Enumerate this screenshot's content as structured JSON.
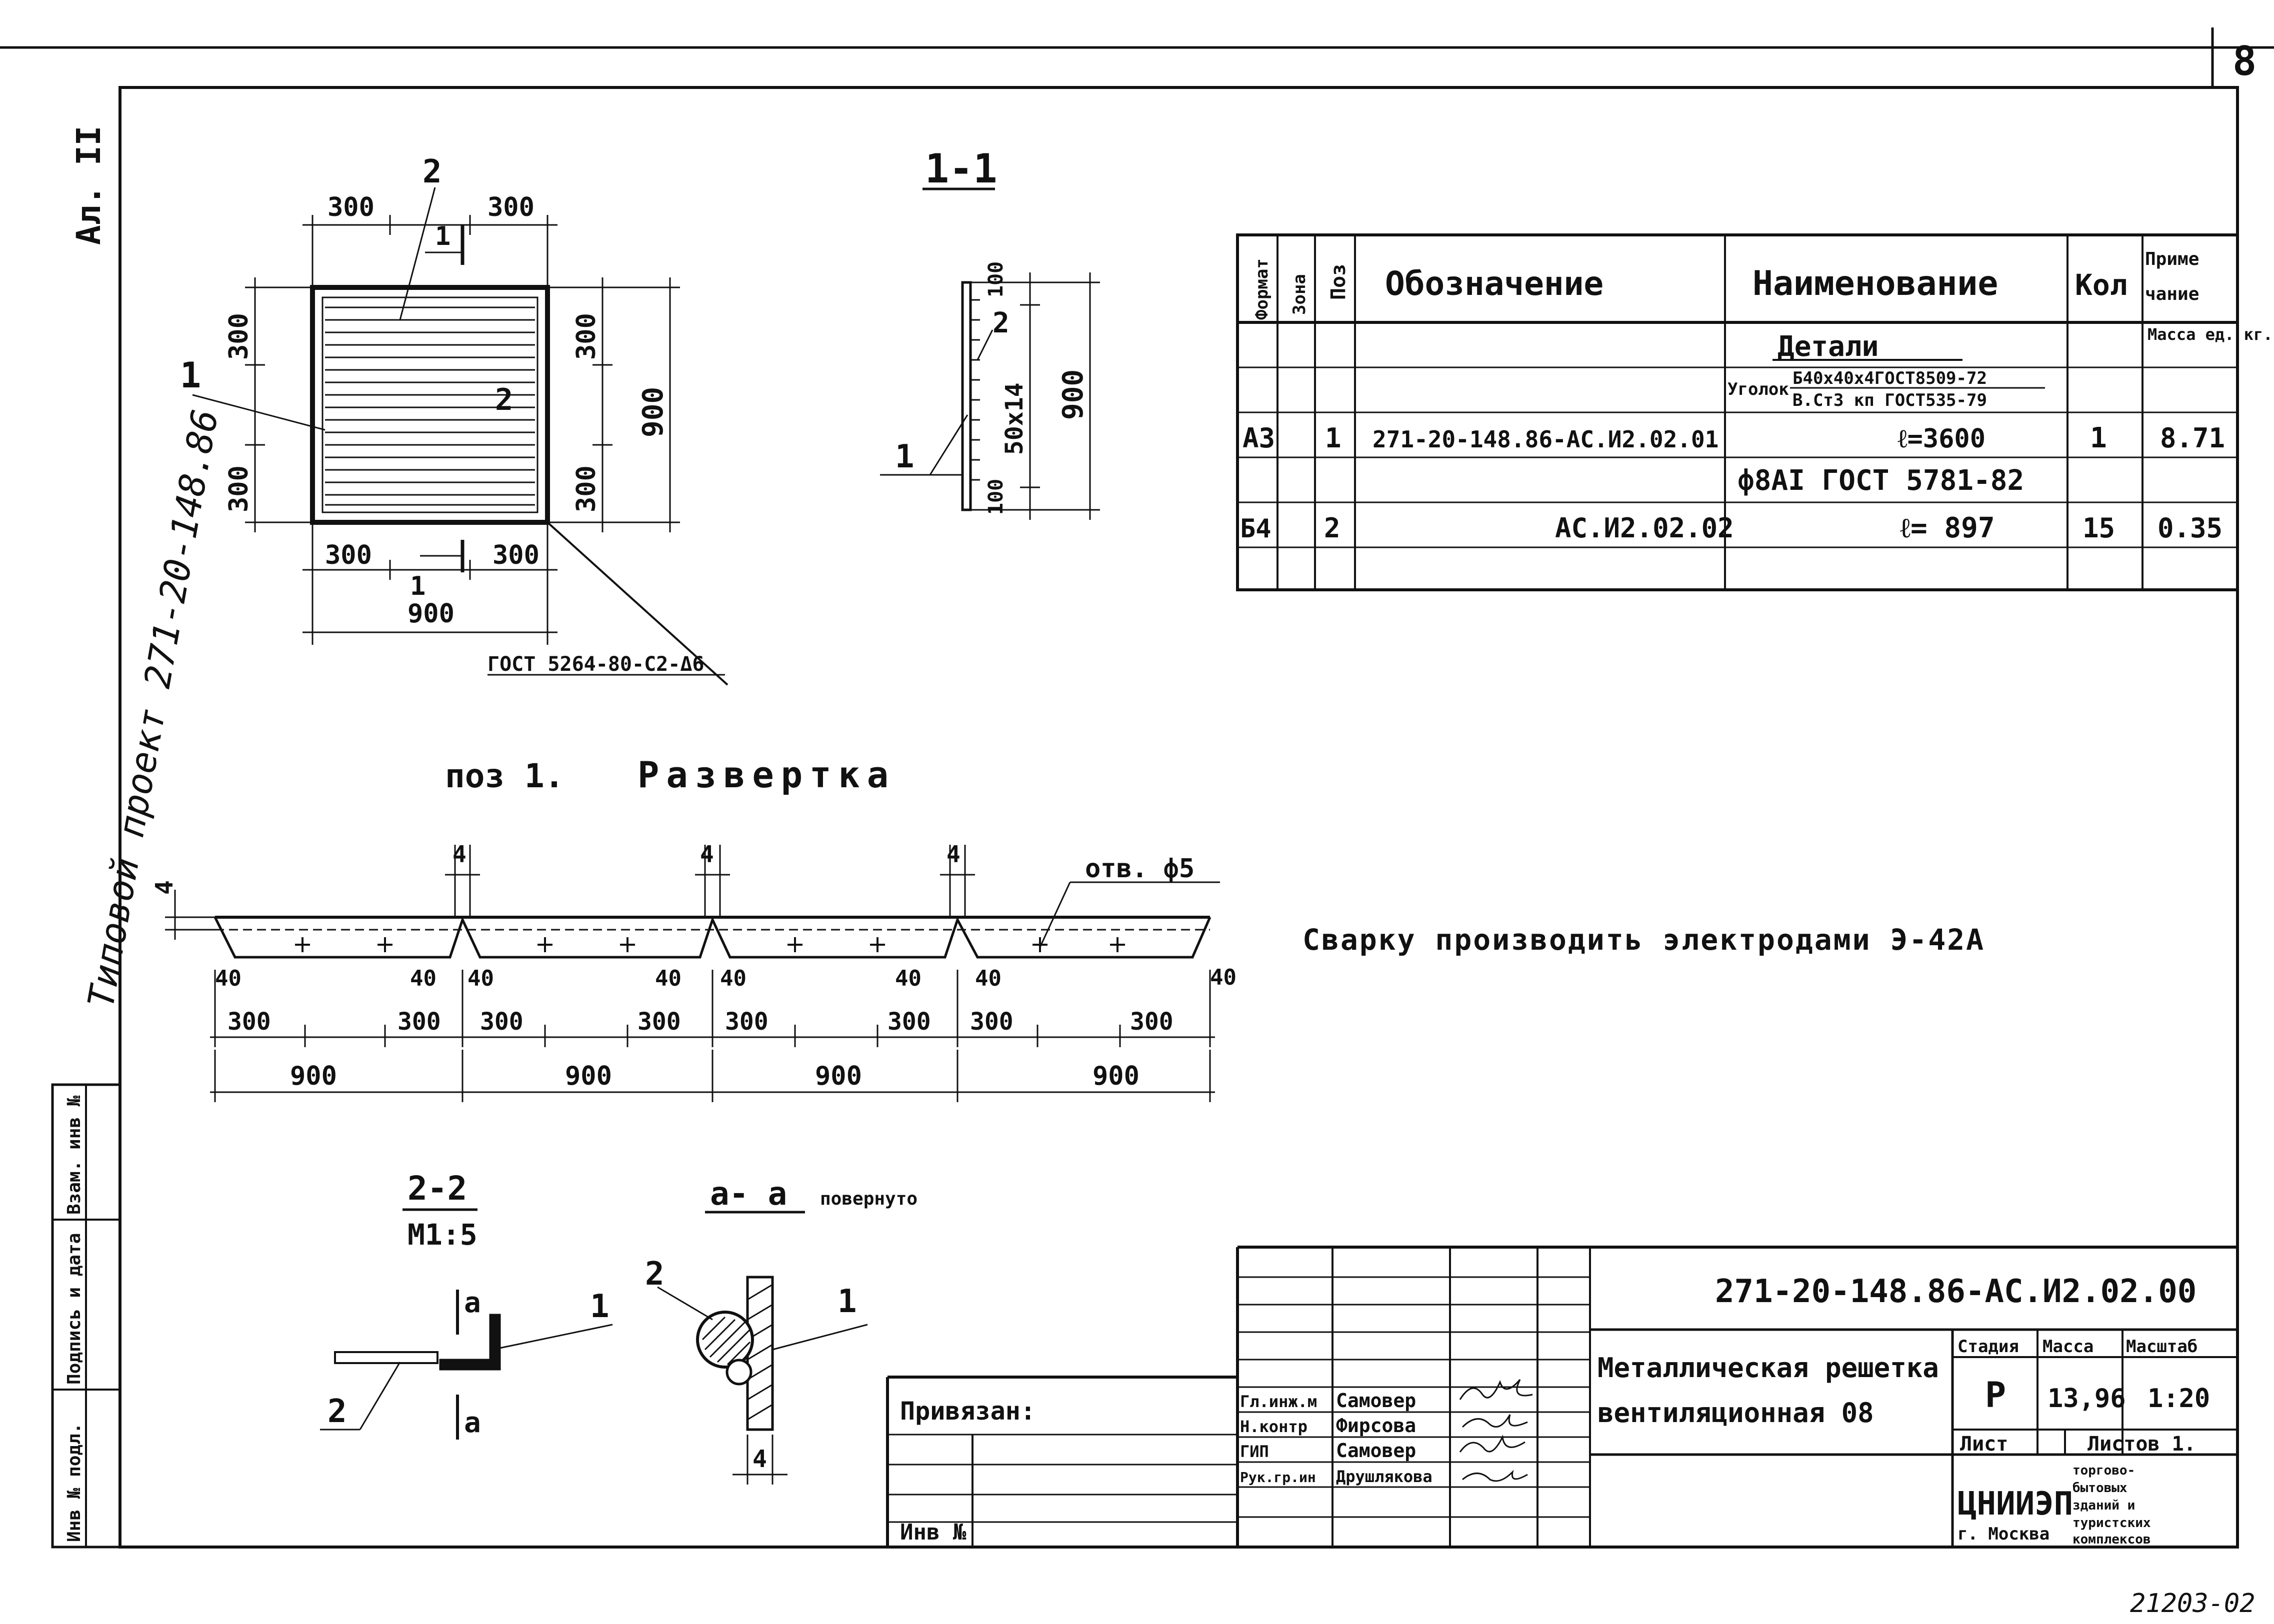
{
  "sheet_number": "8",
  "corner_label": "Ал. II",
  "side_title": "Типовой проект 271-20-148.86",
  "stamp_columns": {
    "inv_podl": "Инв № подл.",
    "podpis_data": "Подпись и дата",
    "vzam_inv": "Взам. инв №"
  },
  "plan_view": {
    "dims": {
      "d300": "300",
      "d900": "900"
    },
    "pos1": "1",
    "pos2": "2",
    "section_mark": "1",
    "weld_note": "ГОСТ 5264-80-С2-Δ6"
  },
  "section_1_1": {
    "title": "1-1",
    "dim_100": "100",
    "dim_50x14": "50x14",
    "dim_900": "900",
    "pos1": "1",
    "pos2": "2"
  },
  "spec_table": {
    "headers": {
      "format": "Формат",
      "zona": "Зона",
      "poz": "Поз",
      "oboznachenie": "Обозначение",
      "naimenovanie": "Наименование",
      "kol": "Кол",
      "primechanie": "Приме чание"
    },
    "section_header": "Детали",
    "massa_header": "Масса ед. кг.",
    "ugolok_label": "Уголок",
    "ugolok_top": "Б40х40х4ГОСТ8509-72",
    "ugolok_bottom": "В.Ст3 кп ГОСТ535-79",
    "rows": [
      {
        "format": "А3",
        "poz": "1",
        "oboznachenie": "271-20-148.86-АС.И2.02.01",
        "naimenovanie": "ℓ=3600",
        "kol": "1",
        "massa": "8.71"
      },
      {
        "format": "",
        "poz": "",
        "oboznachenie": "",
        "naimenovanie": "ф8АI ГОСТ 5781-82",
        "kol": "",
        "massa": ""
      },
      {
        "format": "Б4",
        "poz": "2",
        "oboznachenie": "АС.И2.02.02",
        "naimenovanie": "ℓ= 897",
        "kol": "15",
        "massa": "0.35"
      }
    ]
  },
  "razvertka": {
    "title_poz": "поз 1.",
    "title": "Развертка",
    "hole_label": "отв. ф5",
    "dim_4": "4",
    "dim_40": "40",
    "dim_300": "300",
    "dim_900": "900"
  },
  "welding_note": "Сварку производить электродами Э-42А",
  "section_2_2": {
    "title": "2-2",
    "scale": "М1:5",
    "mark": "а",
    "pos1": "1",
    "pos2": "2"
  },
  "section_a_a": {
    "title": "а- а",
    "subtitle": "повернуто",
    "pos1": "1",
    "pos2": "2",
    "dim_4": "4"
  },
  "title_block": {
    "project_code": "271-20-148.86-АС.И2.02.00",
    "privyazan": "Привязан:",
    "inv_no": "Инв №",
    "roles": [
      {
        "role": "Гл.инж.м",
        "name": "Самовер"
      },
      {
        "role": "Н.контр",
        "name": "Фирсова"
      },
      {
        "role": "ГИП",
        "name": "Самовер"
      },
      {
        "role": "Рук.гр.ин",
        "name": "Друшлякова"
      }
    ],
    "object_title_line1": "Металлическая решетка",
    "object_title_line2": "вентиляционная 08",
    "stadia_label": "Стадия",
    "massa_label": "Масса",
    "masshtab_label": "Масштаб",
    "stadia": "Р",
    "massa": "13,96",
    "masshtab": "1:20",
    "list_label": "Лист",
    "listov_label": "Листов 1.",
    "org": "ЦНИИЭП",
    "city": "г. Москва",
    "org_desc": "торгово- бытовых зданий и туристских комплексов"
  },
  "footer_code": "21203-02"
}
